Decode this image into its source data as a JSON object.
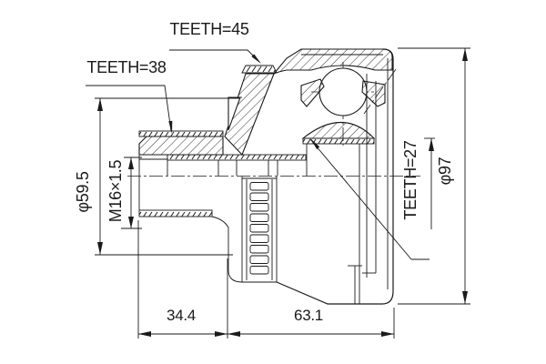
{
  "drawing": {
    "type": "cv-joint-cross-section",
    "labels": {
      "teeth_outer_ring": "TEETH=45",
      "teeth_shaft_spline": "TEETH=38",
      "teeth_inner_race": "TEETH=27",
      "diameter_flange": "φ59.5",
      "thread_spec": "M16×1.5",
      "diameter_housing": "φ97",
      "length_stem": "34.4",
      "length_housing": "63.1"
    },
    "colors": {
      "line": "#1a1a1a",
      "background": "#ffffff"
    }
  }
}
